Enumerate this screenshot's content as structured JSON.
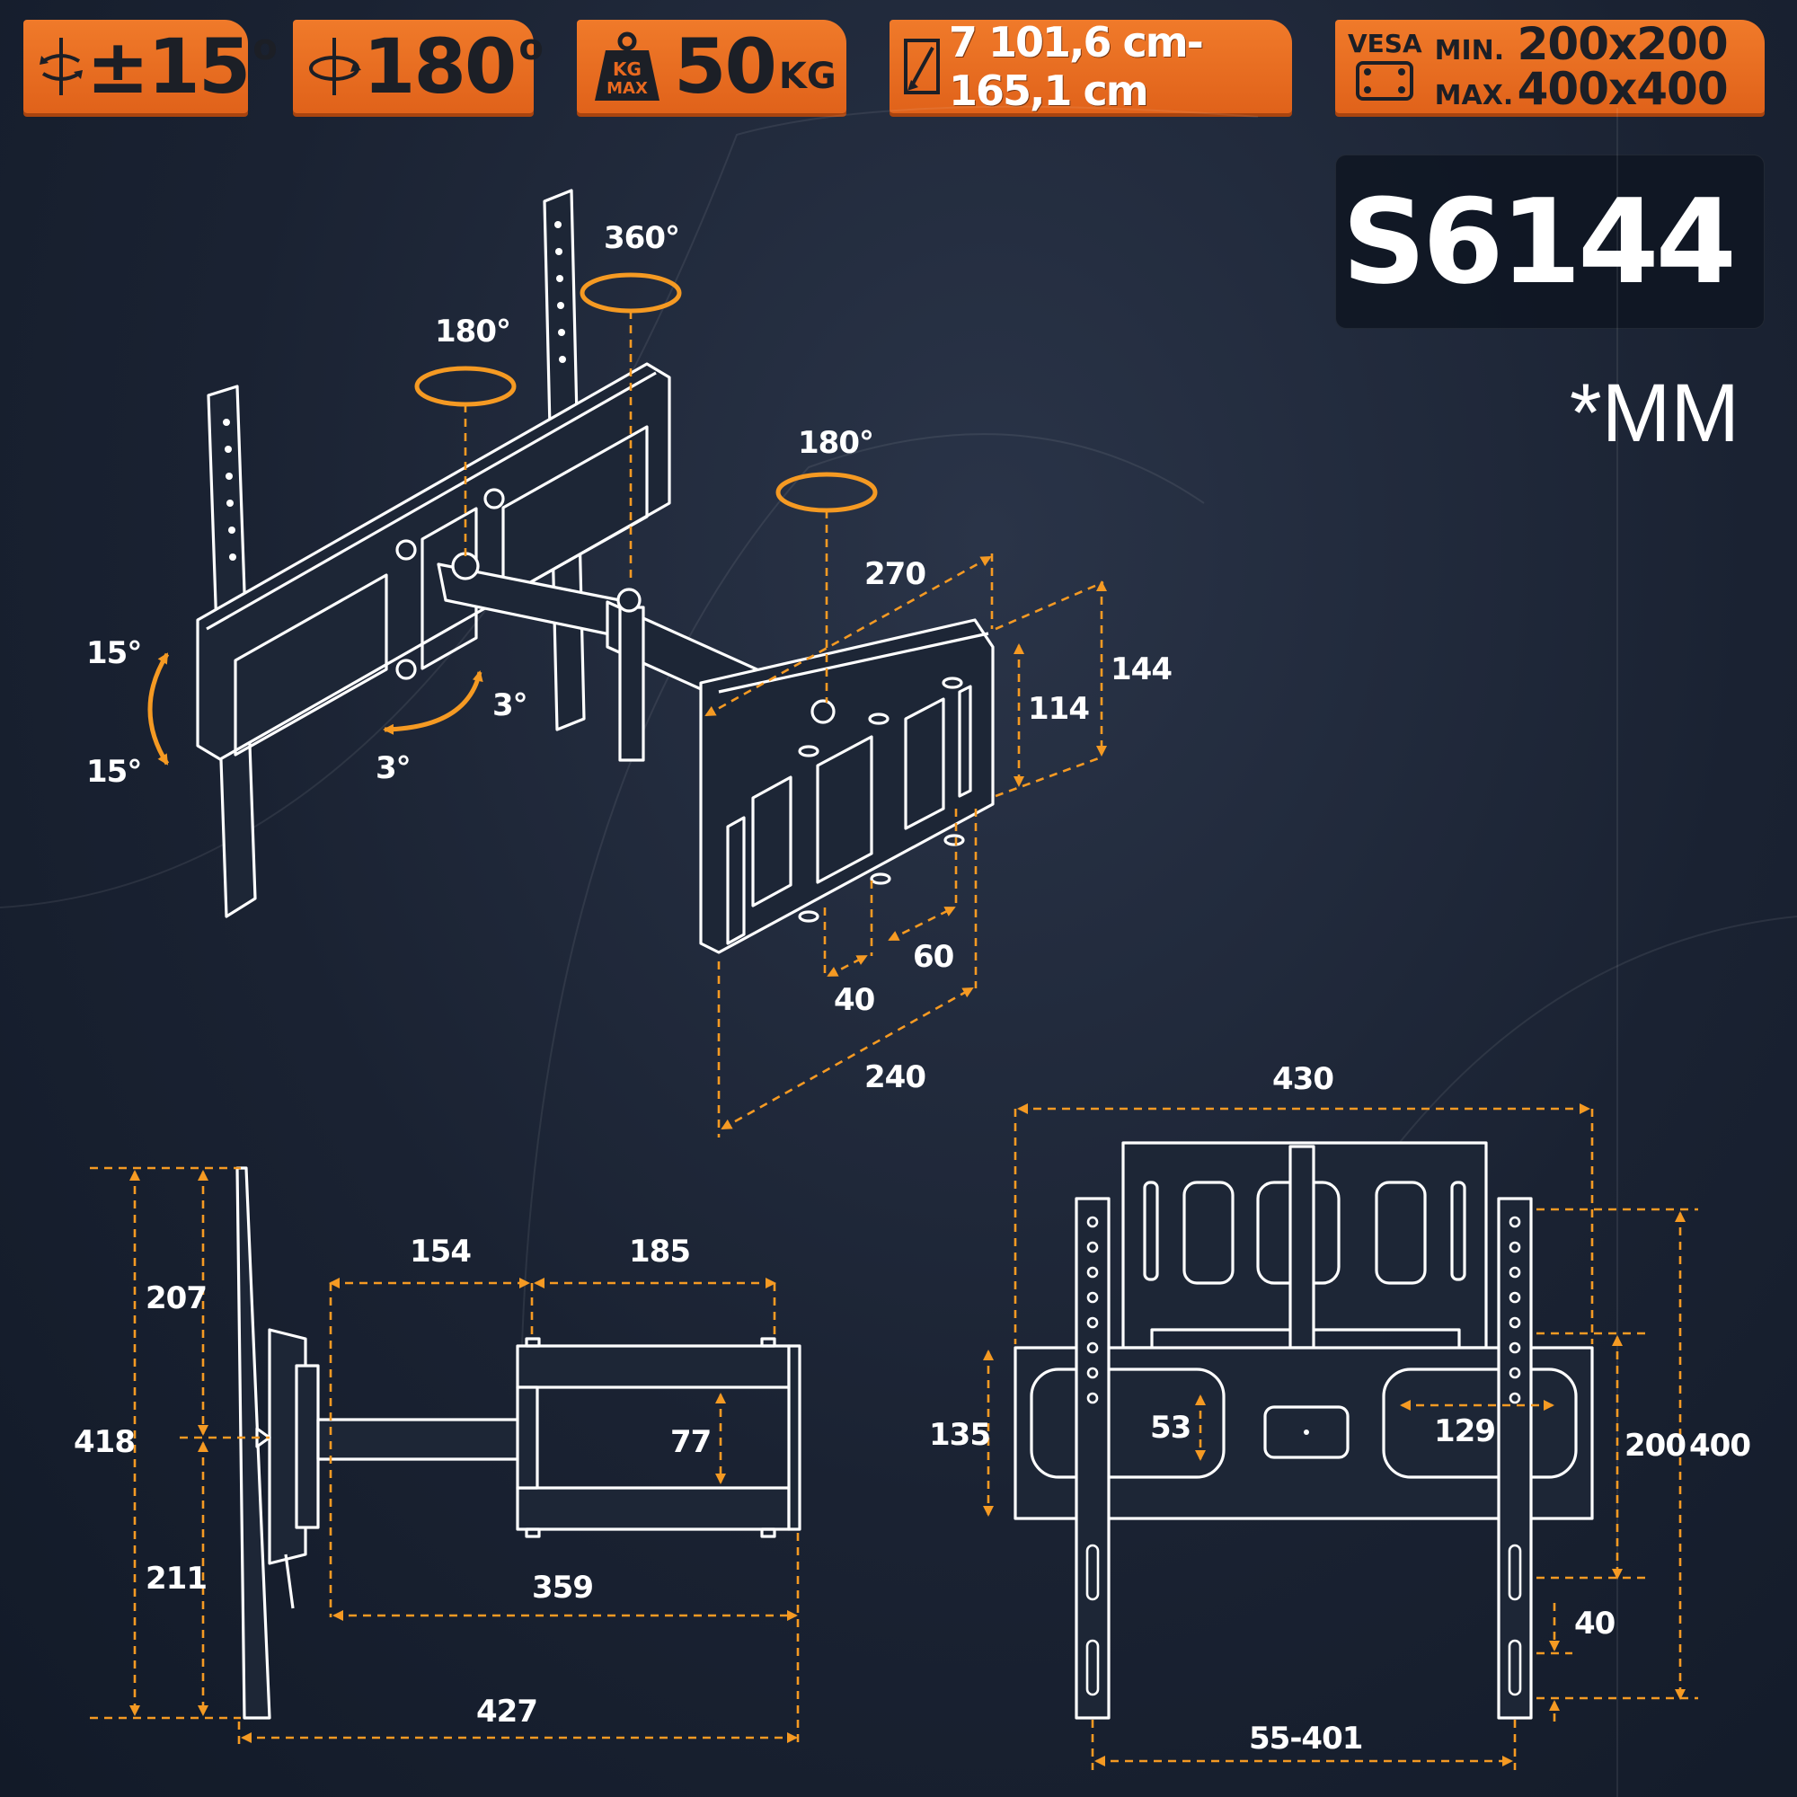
{
  "banners": {
    "tilt": "±15",
    "swivel": "180",
    "load_icon": [
      "KG",
      "MAX"
    ],
    "load": "50",
    "load_unit": "KG",
    "size_range": "7 101,6 cm-165,1 cm",
    "vesa_label": "VESA",
    "vesa_min_key": "MIN.",
    "vesa_min": "200x200",
    "vesa_max_key": "MAX.",
    "vesa_max": "400x400"
  },
  "model": "S6144",
  "unit": "*MM",
  "angles": {
    "tilt_up": "15°",
    "tilt_down": "15°",
    "level_a": "3°",
    "level_b": "3°",
    "rotate_plate": "180°",
    "rotate_top": "360°",
    "rotate_wall": "180°"
  },
  "dims_iso": {
    "arm_depth": "270",
    "plate_height": "144",
    "slot_height": "114",
    "slot_pitch": "60",
    "slot_gap": "40",
    "plate_width": "240"
  },
  "dims_side": {
    "upper": "207",
    "total_height": "418",
    "lower": "211",
    "arm_segment_1": "154",
    "arm_segment_2": "185",
    "arm_gap": "77",
    "extension": "359",
    "total_depth": "427"
  },
  "dims_front": {
    "width": "430",
    "plate_height": "135",
    "slot": "53",
    "slot_width": "129",
    "vesa_200": "200",
    "vesa_400": "400",
    "rail_offset": "40",
    "rail_spacing": "55-401"
  },
  "colors": {
    "accent": "#e8691f",
    "dimension": "#f59a23",
    "background": "#1a2232"
  }
}
